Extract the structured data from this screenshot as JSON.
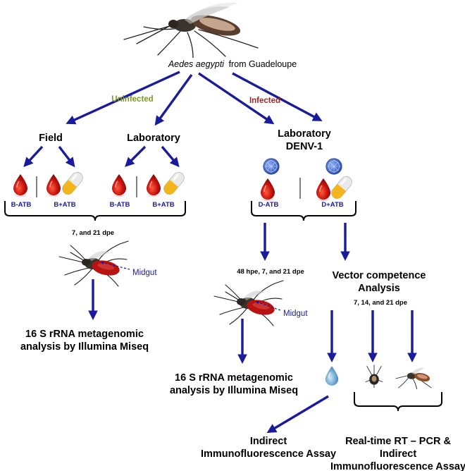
{
  "title": {
    "species": "Aedes aegypti",
    "origin": "from Guadeloupe"
  },
  "branch_labels": {
    "uninfected": "Uninfected",
    "infected": "Infected"
  },
  "groups": {
    "field": "Field",
    "laboratory": "Laboratory",
    "lab_denv_line1": "Laboratory",
    "lab_denv_line2": "DENV-1"
  },
  "conditions": {
    "b_atb": "B-ATB",
    "b_plus_atb": "B+ATB",
    "d_atb": "D-ATB",
    "d_plus_atb": "D+ATB"
  },
  "timepoints": {
    "left": "7, and 21 dpe",
    "middle": "48 hpe, 7, and 21 dpe",
    "right": "7, 14, and 21 dpe"
  },
  "midgut_label": "Midgut",
  "analysis": {
    "metagenomic_line1": "16 S rRNA metagenomic",
    "metagenomic_line2": "analysis by Illumina Miseq",
    "vector_line1": "Vector competence",
    "vector_line2": "Analysis",
    "ifa_line1": "Indirect",
    "ifa_line2": "Immunofluorescence Assay",
    "rtpcr_line1": "Real-time RT – PCR &",
    "rtpcr_line2": "Indirect",
    "rtpcr_line3": "Immunofluorescence Assay"
  },
  "colors": {
    "arrow": "#1a1a9c",
    "uninfected": "#7a9a2a",
    "infected": "#9a2a2a",
    "blood": "#c0140f",
    "virus": "#3a62c8",
    "pill_top": "#e8e8e8",
    "pill_bottom": "#f1b824"
  }
}
